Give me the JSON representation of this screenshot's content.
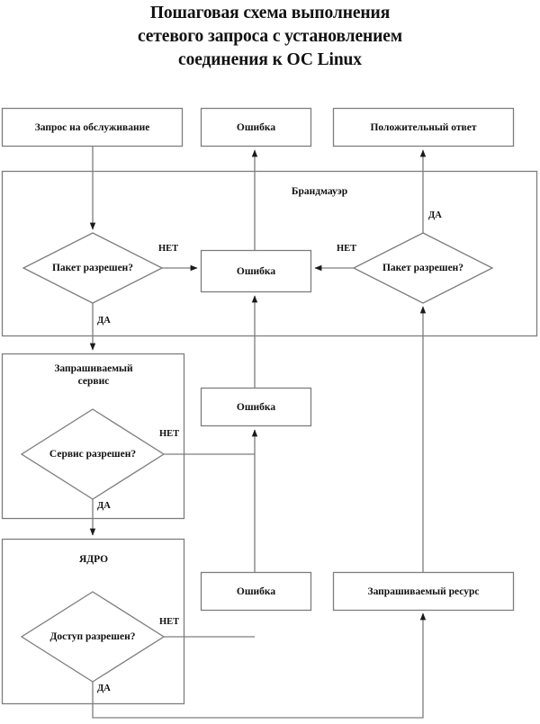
{
  "title": {
    "lines": [
      "Пошаговая схема выполнения",
      "сетевого запроса с установлением",
      "соединения к ОС Linux"
    ]
  },
  "colors": {
    "stroke": "#7d7d7d",
    "arrow": "#1a1a1a",
    "text": "#111111",
    "background": "#ffffff"
  },
  "nodes": {
    "request": {
      "label": "Запрос на обслуживание"
    },
    "error_top": {
      "label": "Ошибка"
    },
    "positive_answer": {
      "label": "Положительный ответ"
    },
    "firewall_zone": {
      "label": "Брандмауэр"
    },
    "packet_allowed_in": {
      "label": "Пакет разрешен?"
    },
    "error_firewall": {
      "label": "Ошибка"
    },
    "packet_allowed_out": {
      "label": "Пакет разрешен?"
    },
    "service_zone": {
      "label": "Запрашиваемый\nсервис",
      "line1": "Запрашиваемый",
      "line2": "сервис"
    },
    "service_allowed": {
      "label": "Сервис разрешен?"
    },
    "error_service": {
      "label": "Ошибка"
    },
    "kernel_zone": {
      "label": "ЯДРО"
    },
    "access_allowed": {
      "label": "Доступ разрешен?"
    },
    "error_kernel": {
      "label": "Ошибка"
    },
    "requested_resource": {
      "label": "Запрашиваемый ресурс"
    }
  },
  "edge_labels": {
    "no_1": "НЕТ",
    "yes_1": "ДА",
    "no_2": "НЕТ",
    "yes_2": "ДА",
    "no_3": "НЕТ",
    "yes_3": "ДА",
    "no_4": "НЕТ",
    "yes_4": "ДА"
  },
  "chart_data": {
    "type": "flowchart",
    "title": "Пошаговая схема выполнения сетевого запроса с установлением соединения к ОС Linux",
    "nodes": [
      {
        "id": "request",
        "type": "box",
        "label": "Запрос на обслуживание"
      },
      {
        "id": "error_top",
        "type": "box",
        "label": "Ошибка"
      },
      {
        "id": "positive_answer",
        "type": "box",
        "label": "Положительный ответ"
      },
      {
        "id": "firewall_zone",
        "type": "container",
        "label": "Брандмауэр"
      },
      {
        "id": "packet_allowed_in",
        "type": "decision",
        "label": "Пакет разрешен?"
      },
      {
        "id": "error_firewall",
        "type": "box",
        "label": "Ошибка"
      },
      {
        "id": "packet_allowed_out",
        "type": "decision",
        "label": "Пакет разрешен?"
      },
      {
        "id": "service_zone",
        "type": "container",
        "label": "Запрашиваемый сервис"
      },
      {
        "id": "service_allowed",
        "type": "decision",
        "label": "Сервис разрешен?"
      },
      {
        "id": "error_service",
        "type": "box",
        "label": "Ошибка"
      },
      {
        "id": "kernel_zone",
        "type": "container",
        "label": "ЯДРО"
      },
      {
        "id": "access_allowed",
        "type": "decision",
        "label": "Доступ разрешен?"
      },
      {
        "id": "error_kernel",
        "type": "box",
        "label": "Ошибка"
      },
      {
        "id": "requested_resource",
        "type": "box",
        "label": "Запрашиваемый ресурс"
      }
    ],
    "edges": [
      {
        "from": "request",
        "to": "packet_allowed_in",
        "label": ""
      },
      {
        "from": "packet_allowed_in",
        "to": "error_firewall",
        "label": "НЕТ"
      },
      {
        "from": "packet_allowed_in",
        "to": "service_zone",
        "label": "ДА"
      },
      {
        "from": "service_allowed",
        "to": "error_service",
        "label": "НЕТ"
      },
      {
        "from": "service_allowed",
        "to": "kernel_zone",
        "label": "ДА"
      },
      {
        "from": "access_allowed",
        "to": "error_kernel",
        "label": "НЕТ"
      },
      {
        "from": "access_allowed",
        "to": "requested_resource",
        "label": "ДА"
      },
      {
        "from": "requested_resource",
        "to": "packet_allowed_out",
        "label": ""
      },
      {
        "from": "packet_allowed_out",
        "to": "error_firewall",
        "label": "НЕТ"
      },
      {
        "from": "packet_allowed_out",
        "to": "positive_answer",
        "label": "ДА"
      },
      {
        "from": "error_kernel",
        "to": "error_service",
        "label": ""
      },
      {
        "from": "error_service",
        "to": "error_firewall",
        "label": ""
      },
      {
        "from": "error_firewall",
        "to": "error_top",
        "label": ""
      }
    ]
  }
}
